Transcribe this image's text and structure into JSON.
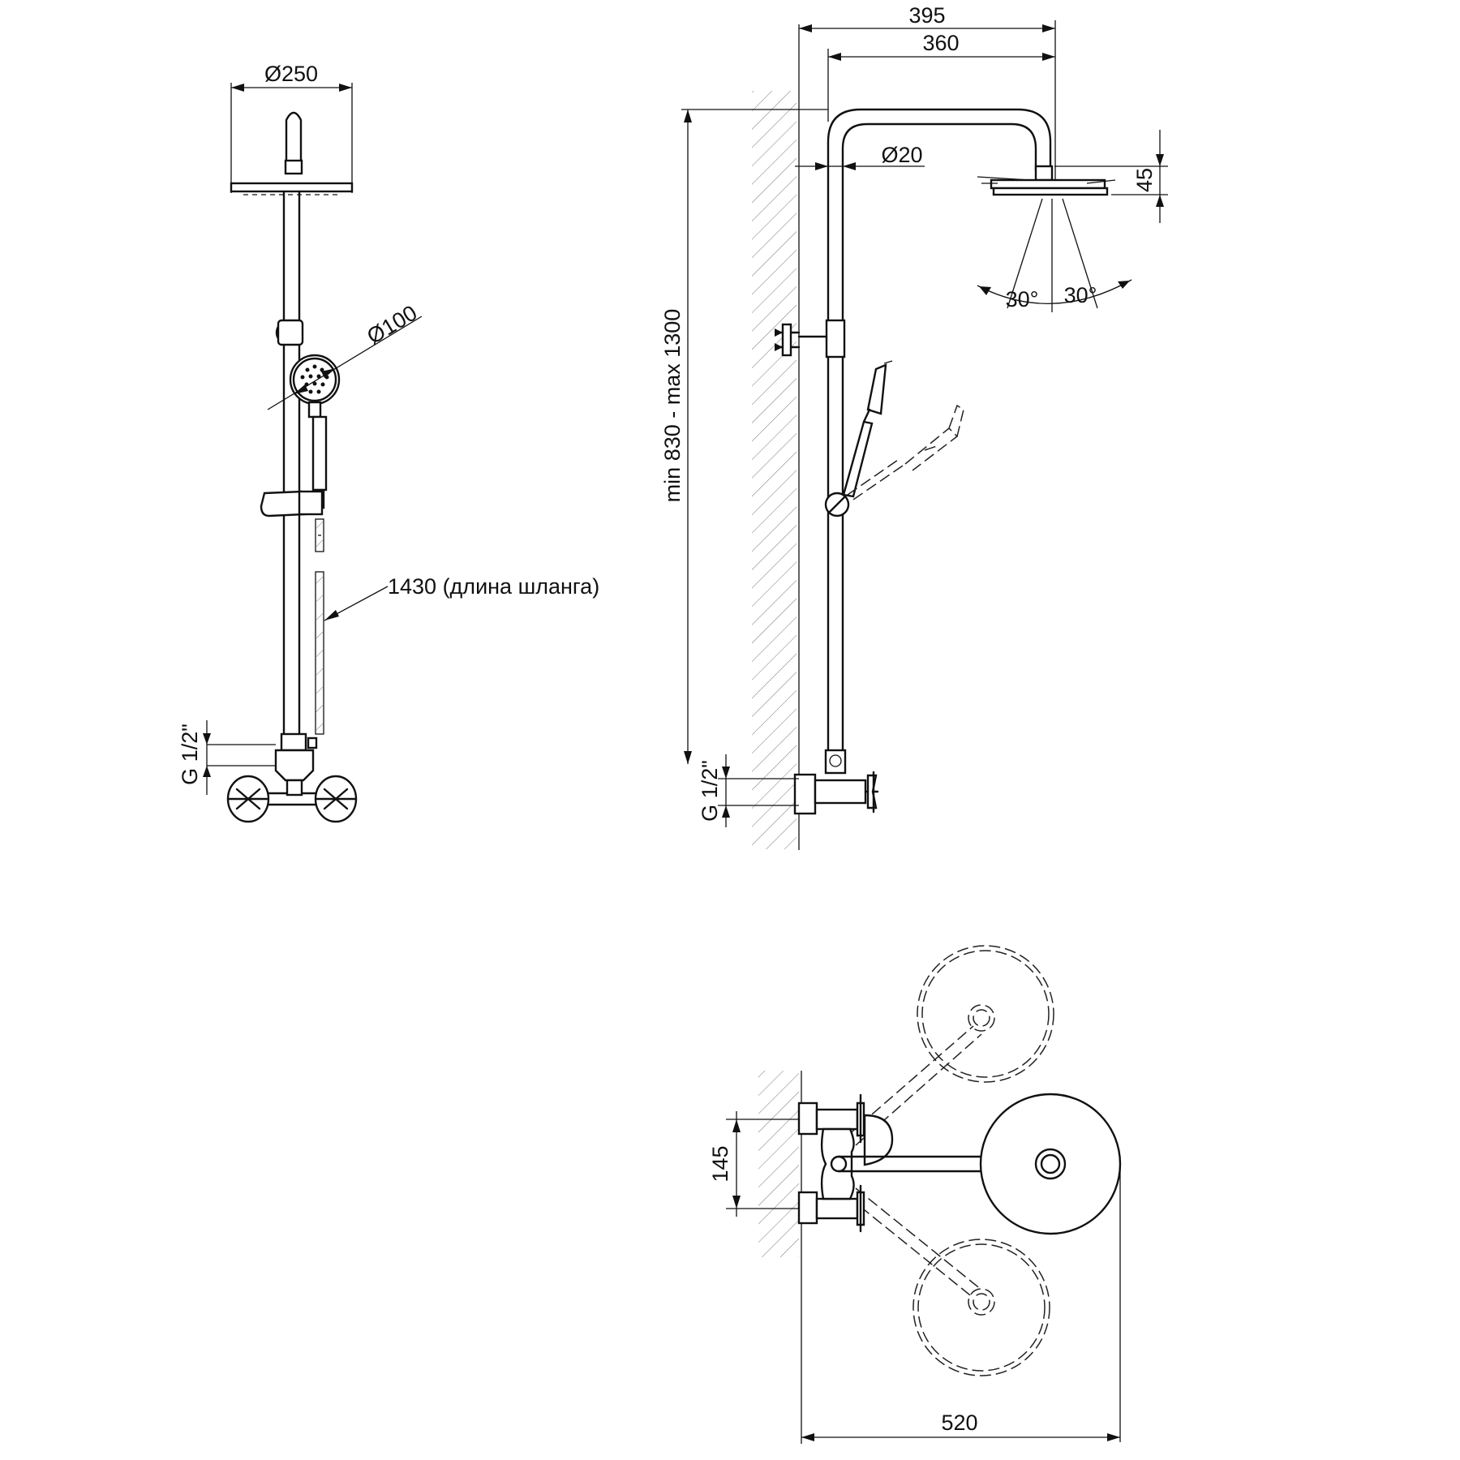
{
  "front_view": {
    "head_diameter": "Ø250",
    "hand_shower_diameter": "Ø100",
    "hose_length": "1430 (длина шланга)",
    "thread": "G 1/2\""
  },
  "side_view": {
    "total_reach": "395",
    "arm_reach": "360",
    "pipe_diameter": "Ø20",
    "head_height": "45",
    "spray_angle_left": "30°",
    "spray_angle_right": "30°",
    "height_range": "min 830 - max 1300",
    "thread": "G 1/2\""
  },
  "top_view": {
    "inlet_spacing": "145",
    "total_depth": "520"
  }
}
